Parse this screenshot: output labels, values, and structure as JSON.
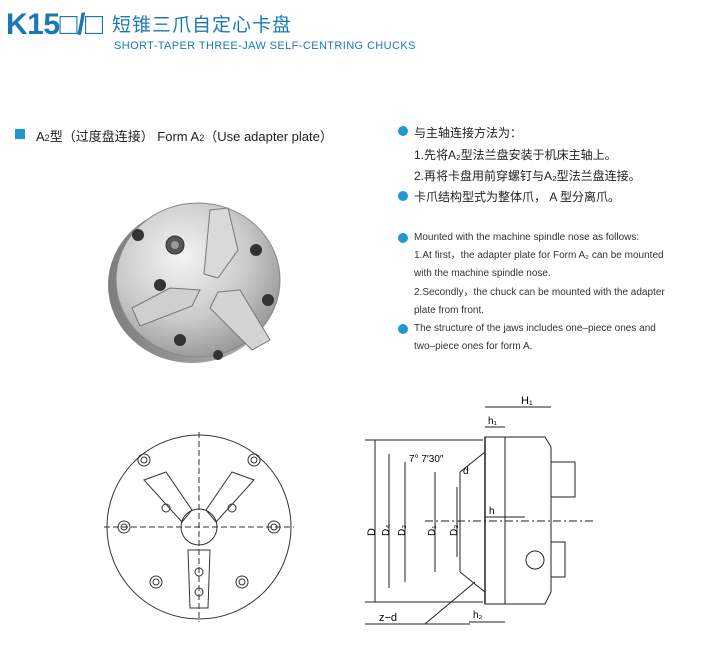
{
  "header": {
    "model": "K15□/□",
    "title_cn": "短锥三爪自定心卡盘",
    "title_en": "SHORT-TAPER THREE-JAW SELF-CENTRING CHUCKS"
  },
  "section": {
    "label_prefix": "A",
    "label_sub": "2",
    "label_mid": "型（过度盘连接） Form A",
    "label_sub2": "2",
    "label_end": "（Use adapter plate）"
  },
  "notes_cn": {
    "b1": "与主轴连接方法为：",
    "l1": "1.先将A₂型法兰盘安装于机床主轴上。",
    "l2": "2.再将卡盘用前穿螺钉与A₂型法兰盘连接。",
    "b2": "卡爪结构型式为整体爪， A 型分离爪。"
  },
  "notes_en": {
    "b1": "Mounted with the machine spindle nose as follows:",
    "l1a": "1.At first，the adapter plate for Form A₂ can be mounted",
    "l1b": "with the machine spindle nose.",
    "l2a": "2.Secondly，the chuck can be mounted with the adapter",
    "l2b": "plate from front.",
    "b2a": "The structure of the jaws includes one–piece ones and",
    "b2b": "two–piece ones for form A."
  },
  "drawing": {
    "H1": "H₁",
    "h1": "h₁",
    "angle": "7°  7′30″",
    "d": "d",
    "h": "h",
    "D": "D",
    "D4": "D₄",
    "D2": "D₂",
    "D1": "D₁",
    "D3": "D₃",
    "zd": "z−d",
    "h2": "h₂"
  },
  "colors": {
    "accent": "#1b78b7",
    "bullet": "#1f98d2"
  }
}
